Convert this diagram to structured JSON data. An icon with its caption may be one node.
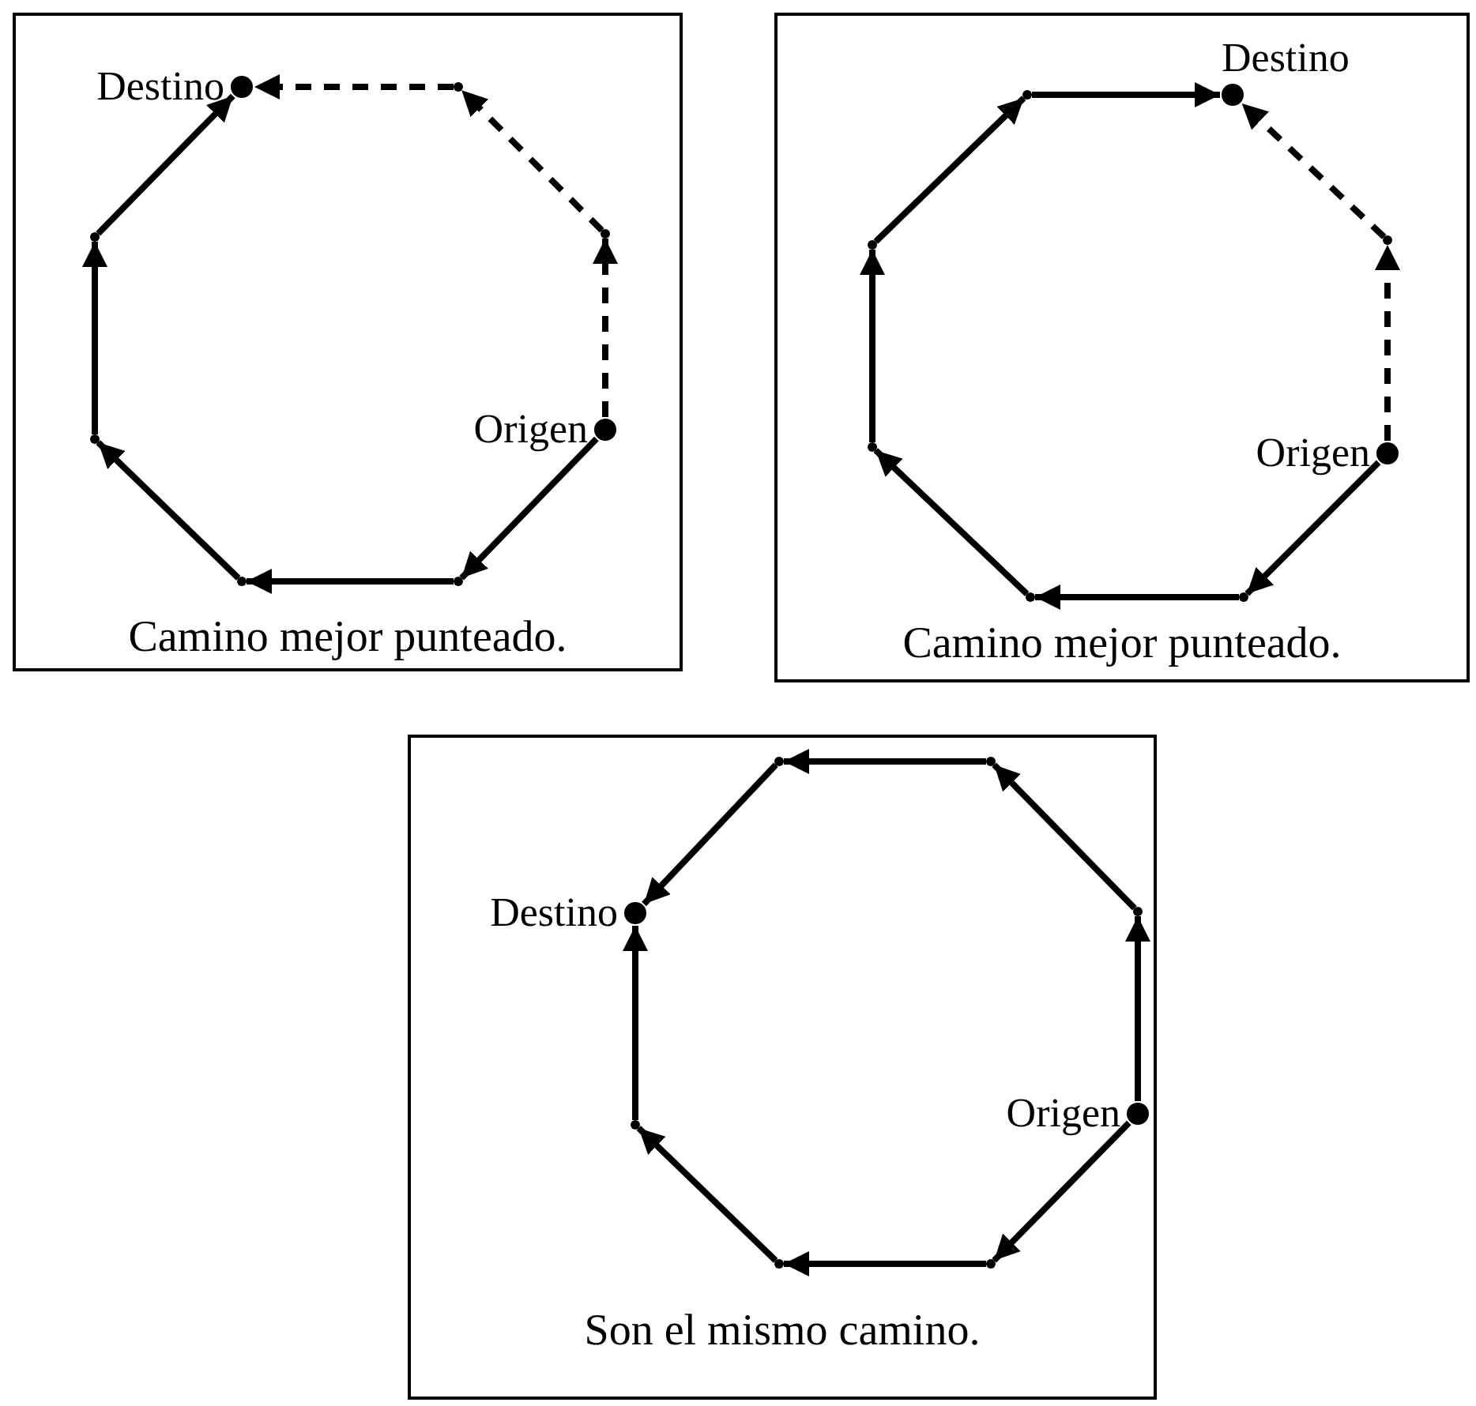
{
  "diagram": {
    "nodes": [
      {
        "text": [
          "Camino mejor punteado."
        ]
      },
      {
        "text": [
          "Destino"
        ],
        "in": 0
      },
      {
        "text": [],
        "shape": "point",
        "in": 0
      },
      {
        "text": [],
        "shape": "point",
        "in": 0
      },
      {
        "text": [],
        "shape": "point",
        "in": 0
      },
      {
        "text": [
          "Origen"
        ],
        "in": 0
      },
      {
        "text": [],
        "shape": "point",
        "in": 0
      },
      {
        "text": [],
        "shape": "point",
        "in": 0
      },
      {
        "text": [],
        "shape": "point",
        "in": 0
      },
      {
        "text": [
          "Camino mejor punteado."
        ]
      },
      {
        "text": [],
        "shape": "point",
        "in": 9
      },
      {
        "text": [
          "Destino"
        ],
        "in": 9
      },
      {
        "text": [],
        "shape": "point",
        "in": 9
      },
      {
        "text": [],
        "shape": "point",
        "in": 9
      },
      {
        "text": [],
        "shape": "point",
        "in": 9
      },
      {
        "text": [
          "Origen"
        ],
        "in": 9
      },
      {
        "text": [],
        "shape": "point",
        "in": 9
      },
      {
        "text": [],
        "shape": "point",
        "in": 9
      },
      {
        "text": [
          "Son el mismo camino."
        ]
      },
      {
        "text": [],
        "shape": "point",
        "in": 18
      },
      {
        "text": [],
        "shape": "point",
        "in": 18
      },
      {
        "text": [],
        "shape": "point",
        "in": 18
      },
      {
        "text": [
          "Destino"
        ],
        "in": 18
      },
      {
        "text": [
          "Origen"
        ],
        "in": 18
      },
      {
        "text": [],
        "shape": "point",
        "in": 18
      },
      {
        "text": [],
        "shape": "point",
        "in": 18
      },
      {
        "text": [],
        "shape": "point",
        "in": 18
      }
    ],
    "edges": [
      {
        "from": 5,
        "to": 8,
        "arrow": "to"
      },
      {
        "from": 8,
        "to": 7,
        "arrow": "to"
      },
      {
        "from": 7,
        "to": 6,
        "arrow": "to"
      },
      {
        "from": 6,
        "to": 4,
        "arrow": "to"
      },
      {
        "from": 4,
        "to": 1,
        "arrow": "to"
      },
      {
        "from": 5,
        "to": 3,
        "arrow": "to",
        "style": "dashed"
      },
      {
        "from": 3,
        "to": 2,
        "arrow": "to",
        "style": "dashed"
      },
      {
        "from": 2,
        "to": 1,
        "arrow": "to",
        "style": "dashed"
      },
      {
        "from": 15,
        "to": 17,
        "arrow": "to"
      },
      {
        "from": 17,
        "to": 16,
        "arrow": "to"
      },
      {
        "from": 16,
        "to": 14,
        "arrow": "to"
      },
      {
        "from": 14,
        "to": 13,
        "arrow": "to"
      },
      {
        "from": 13,
        "to": 10,
        "arrow": "to"
      },
      {
        "from": 10,
        "to": 11,
        "arrow": "to"
      },
      {
        "from": 15,
        "to": 12,
        "arrow": "to",
        "style": "dashed"
      },
      {
        "from": 12,
        "to": 11,
        "arrow": "to",
        "style": "dashed"
      },
      {
        "from": 23,
        "to": 26,
        "arrow": "to"
      },
      {
        "from": 26,
        "to": 25,
        "arrow": "to"
      },
      {
        "from": 25,
        "to": 24,
        "arrow": "to"
      },
      {
        "from": 24,
        "to": 22,
        "arrow": "to"
      },
      {
        "from": 23,
        "to": 21,
        "arrow": "to"
      },
      {
        "from": 21,
        "to": 20,
        "arrow": "to"
      },
      {
        "from": 20,
        "to": 19,
        "arrow": "to"
      },
      {
        "from": 19,
        "to": 22,
        "arrow": "to"
      }
    ]
  }
}
